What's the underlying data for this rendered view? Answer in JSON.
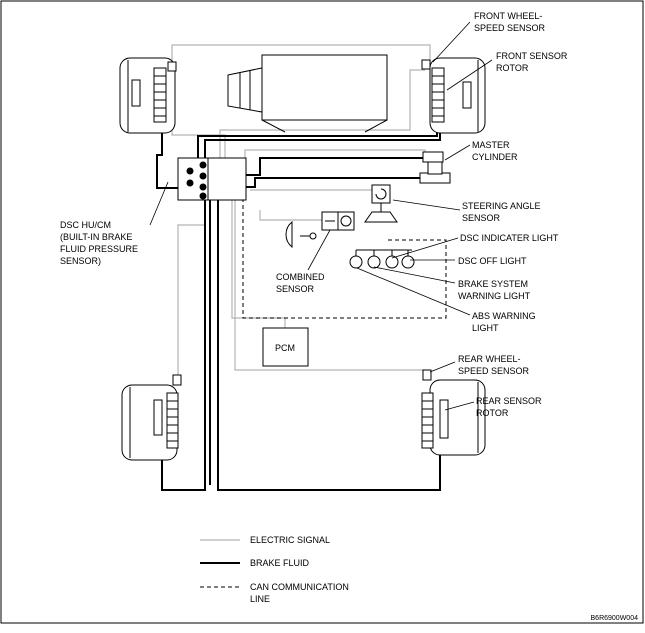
{
  "labels": {
    "front_wheel_speed_sensor": [
      "FRONT WHEEL-",
      "SPEED SENSOR"
    ],
    "front_sensor_rotor": [
      "FRONT SENSOR",
      "ROTOR"
    ],
    "master_cylinder": [
      "MASTER",
      "CYLINDER"
    ],
    "steering_angle_sensor": [
      "STEERING ANGLE",
      "SENSOR"
    ],
    "dsc_indicater_light": "DSC INDICATER LIGHT",
    "dsc_off_light": "DSC OFF LIGHT",
    "brake_system_warning_light": [
      "BRAKE SYSTEM",
      "WARNING LIGHT"
    ],
    "abs_warning_light": [
      "ABS WARNING",
      "LIGHT"
    ],
    "dsc_hu_cm": [
      "DSC HU/CM",
      "(BUILT-IN BRAKE",
      "FLUID PRESSURE",
      "SENSOR)"
    ],
    "combined_sensor": [
      "COMBINED",
      "SENSOR"
    ],
    "pcm": "PCM",
    "rear_wheel_speed_sensor": [
      "REAR WHEEL-",
      "SPEED SENSOR"
    ],
    "rear_sensor_rotor": [
      "REAR SENSOR",
      "ROTOR"
    ]
  },
  "legend": {
    "electric_signal": "ELECTRIC SIGNAL",
    "brake_fluid": "BRAKE FLUID",
    "can_communication_line": [
      "CAN COMMUNICATION",
      "LINE"
    ]
  },
  "figure_code": "B6R6900W004",
  "colors": {
    "electric": "#b4b4b4",
    "brake": "#000000",
    "can": "#000000"
  }
}
